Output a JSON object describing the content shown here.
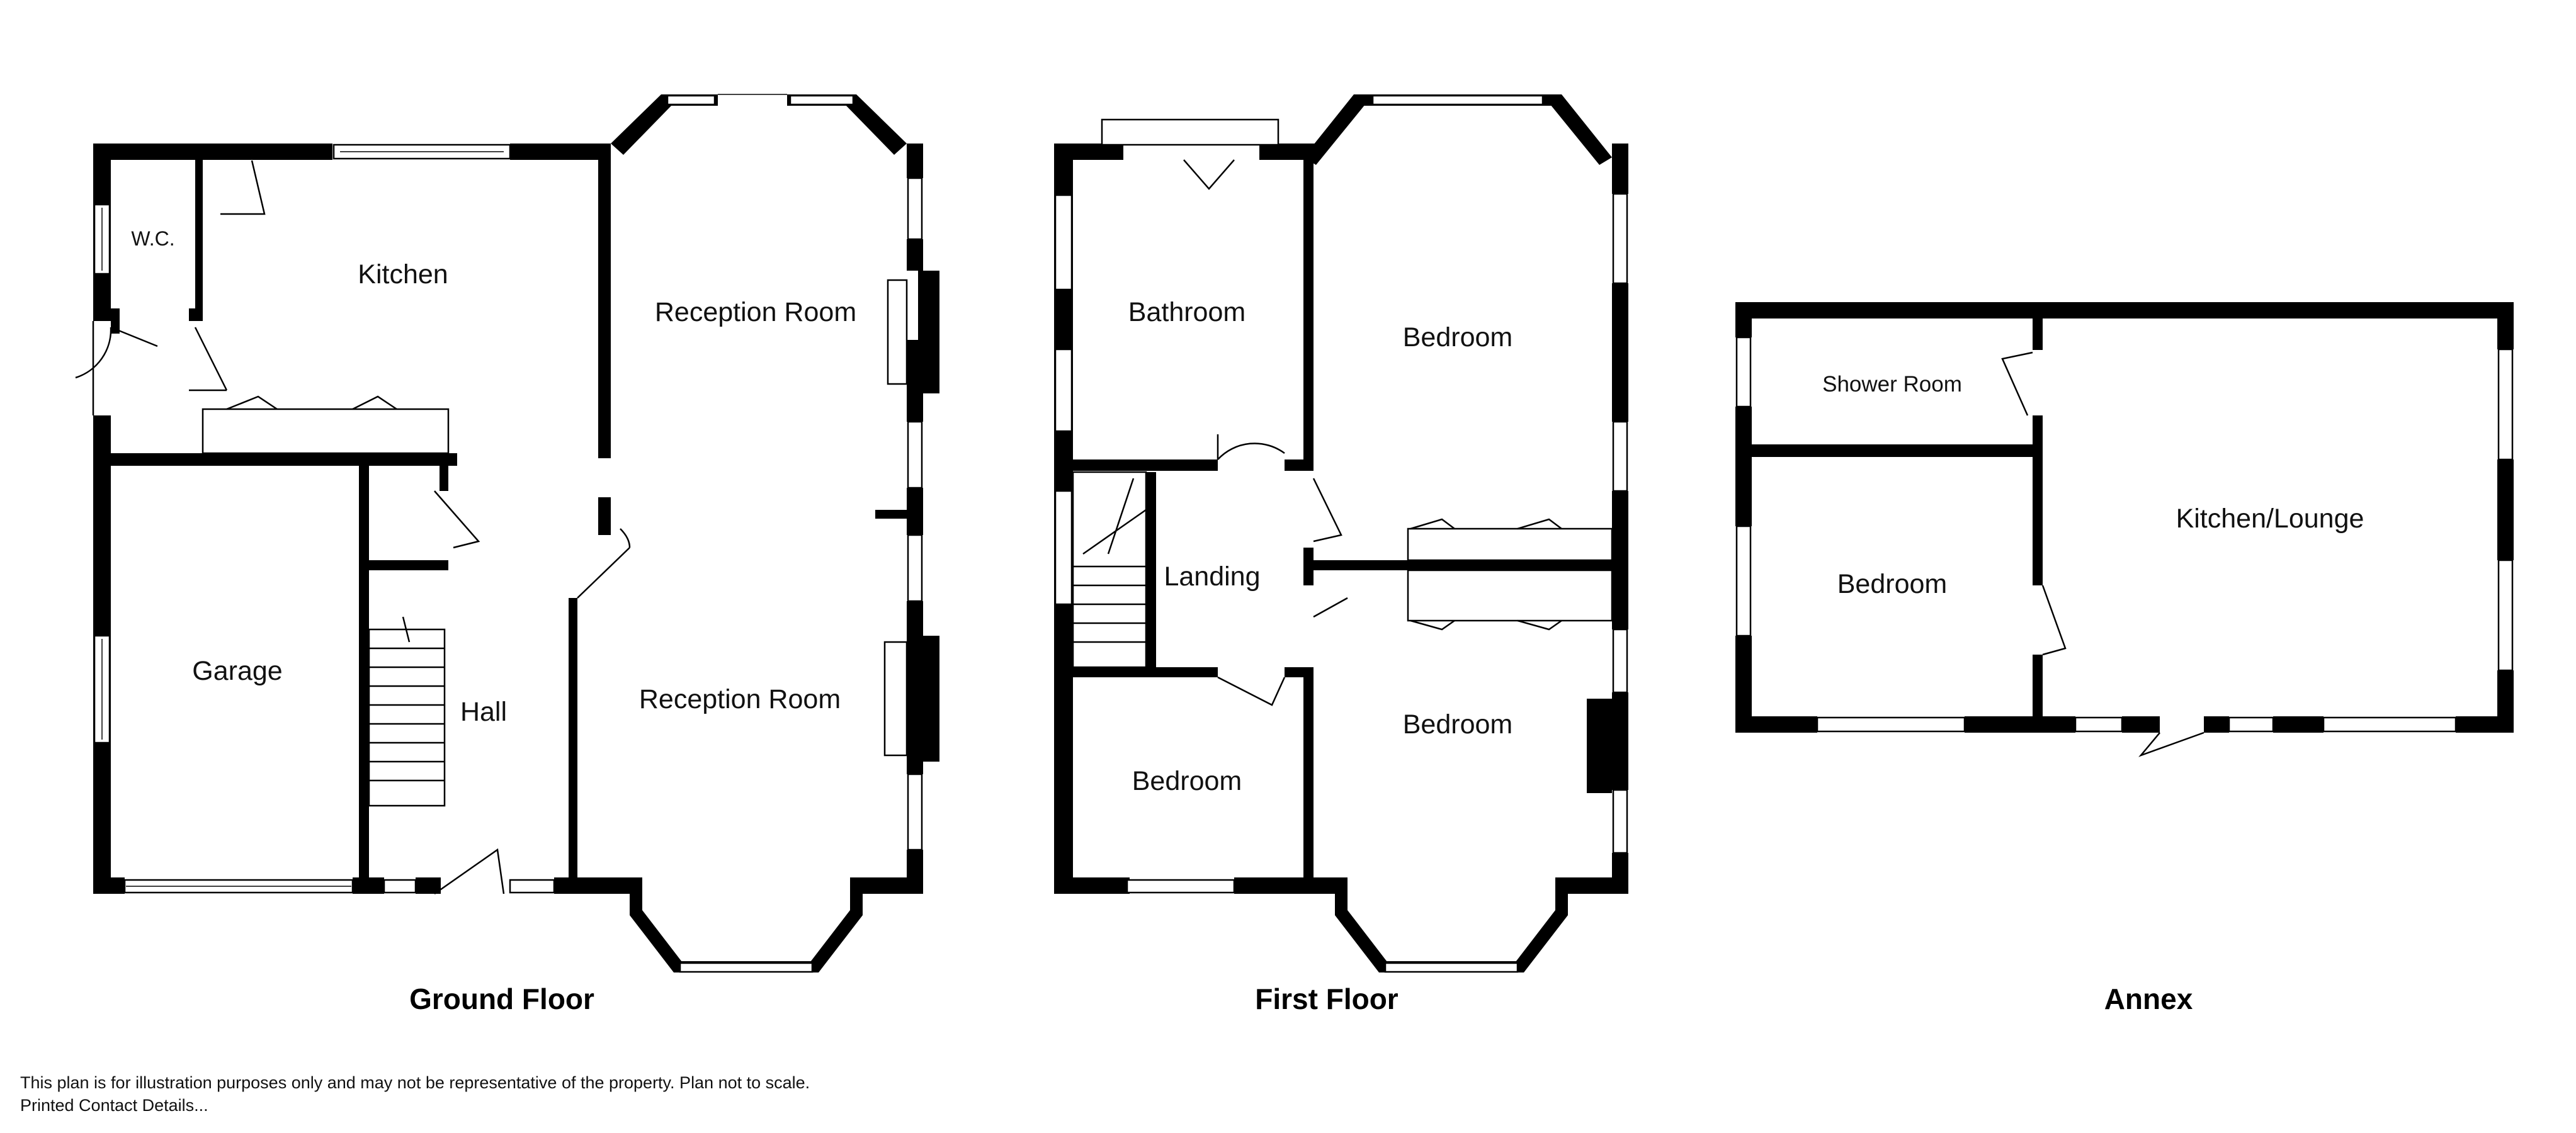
{
  "ground_floor": {
    "title": "Ground Floor",
    "rooms": {
      "wc": "W.C.",
      "kitchen": "Kitchen",
      "reception_room_1": "Reception Room",
      "reception_room_2": "Reception Room",
      "garage": "Garage",
      "hall": "Hall"
    }
  },
  "first_floor": {
    "title": "First Floor",
    "rooms": {
      "bathroom": "Bathroom",
      "bedroom_front_large": "Bedroom",
      "landing": "Landing",
      "bedroom_rear_large": "Bedroom",
      "bedroom_small": "Bedroom"
    }
  },
  "annex": {
    "title": "Annex",
    "rooms": {
      "shower_room": "Shower Room",
      "kitchen_lounge": "Kitchen/Lounge",
      "bedroom": "Bedroom"
    }
  },
  "footer": {
    "disclaimer": "This plan is for illustration purposes only and may not be representative of the property. Plan not to scale.",
    "contact": "Printed Contact Details..."
  }
}
